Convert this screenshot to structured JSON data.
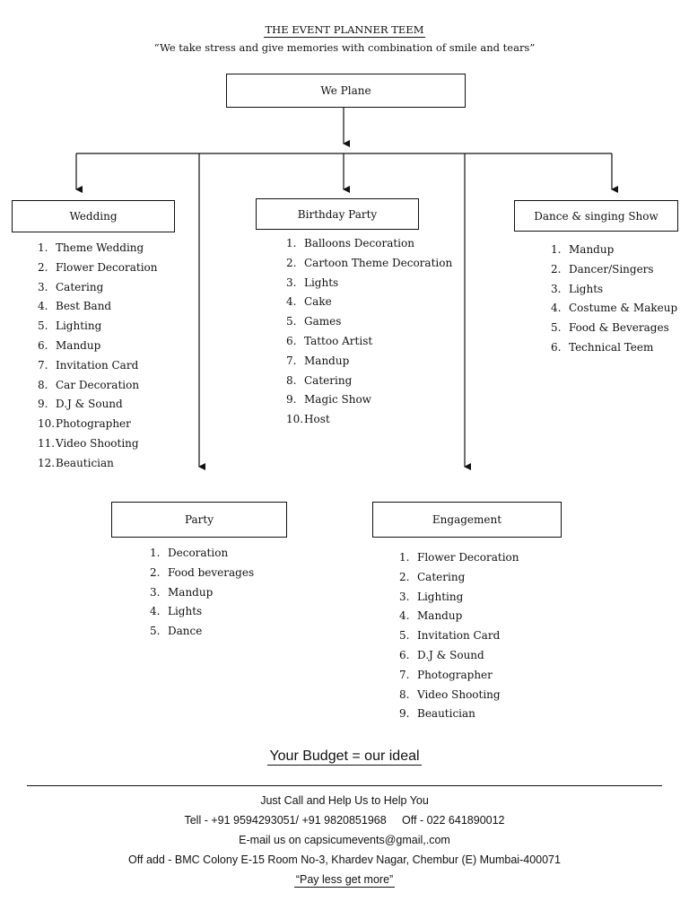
{
  "header": {
    "title": "THE EVENT PLANNER TEEM",
    "tagline": "“We take stress and give memories with combination of smile and tears”"
  },
  "root": {
    "label": "We Plane"
  },
  "categories": {
    "wedding": {
      "label": "Wedding",
      "items": [
        "Theme Wedding",
        "Flower Decoration",
        "Catering",
        "Best Band",
        "Lighting",
        "Mandup",
        "Invitation Card",
        "Car Decoration",
        "D.J & Sound",
        "Photographer",
        "Video Shooting",
        "Beautician"
      ]
    },
    "birthday": {
      "label": "Birthday Party",
      "items": [
        "Balloons Decoration",
        "Cartoon Theme Decoration",
        "Lights",
        "Cake",
        "Games",
        "Tattoo Artist",
        "Mandup",
        "Catering",
        "Magic Show",
        "Host"
      ]
    },
    "dance": {
      "label": "Dance & singing Show",
      "items": [
        "Mandup",
        "Dancer/Singers",
        "Lights",
        "Costume & Makeup",
        "Food & Beverages",
        "Technical Teem"
      ]
    },
    "party": {
      "label": "Party",
      "items": [
        "Decoration",
        "Food beverages",
        "Mandup",
        "Lights",
        "Dance"
      ]
    },
    "engagement": {
      "label": "Engagement",
      "items": [
        "Flower Decoration",
        "Catering",
        "Lighting",
        "Mandup",
        "Invitation Card",
        "D.J & Sound",
        "Photographer",
        "Video Shooting",
        "Beautician"
      ]
    }
  },
  "budget": {
    "text": "Your Budget = our ideal"
  },
  "footer": {
    "line1": "Just Call and Help Us to Help You",
    "line2": "Tell - +91 9594293051/ +91 9820851968     Off - 022 641890012",
    "line3": "E-mail us on capsicumevents@gmail,.com",
    "line4": "Off add - BMC Colony E-15 Room No-3, Khardev Nagar, Chembur (E) Mumbai-400071",
    "line5": "“Pay less get more”"
  }
}
